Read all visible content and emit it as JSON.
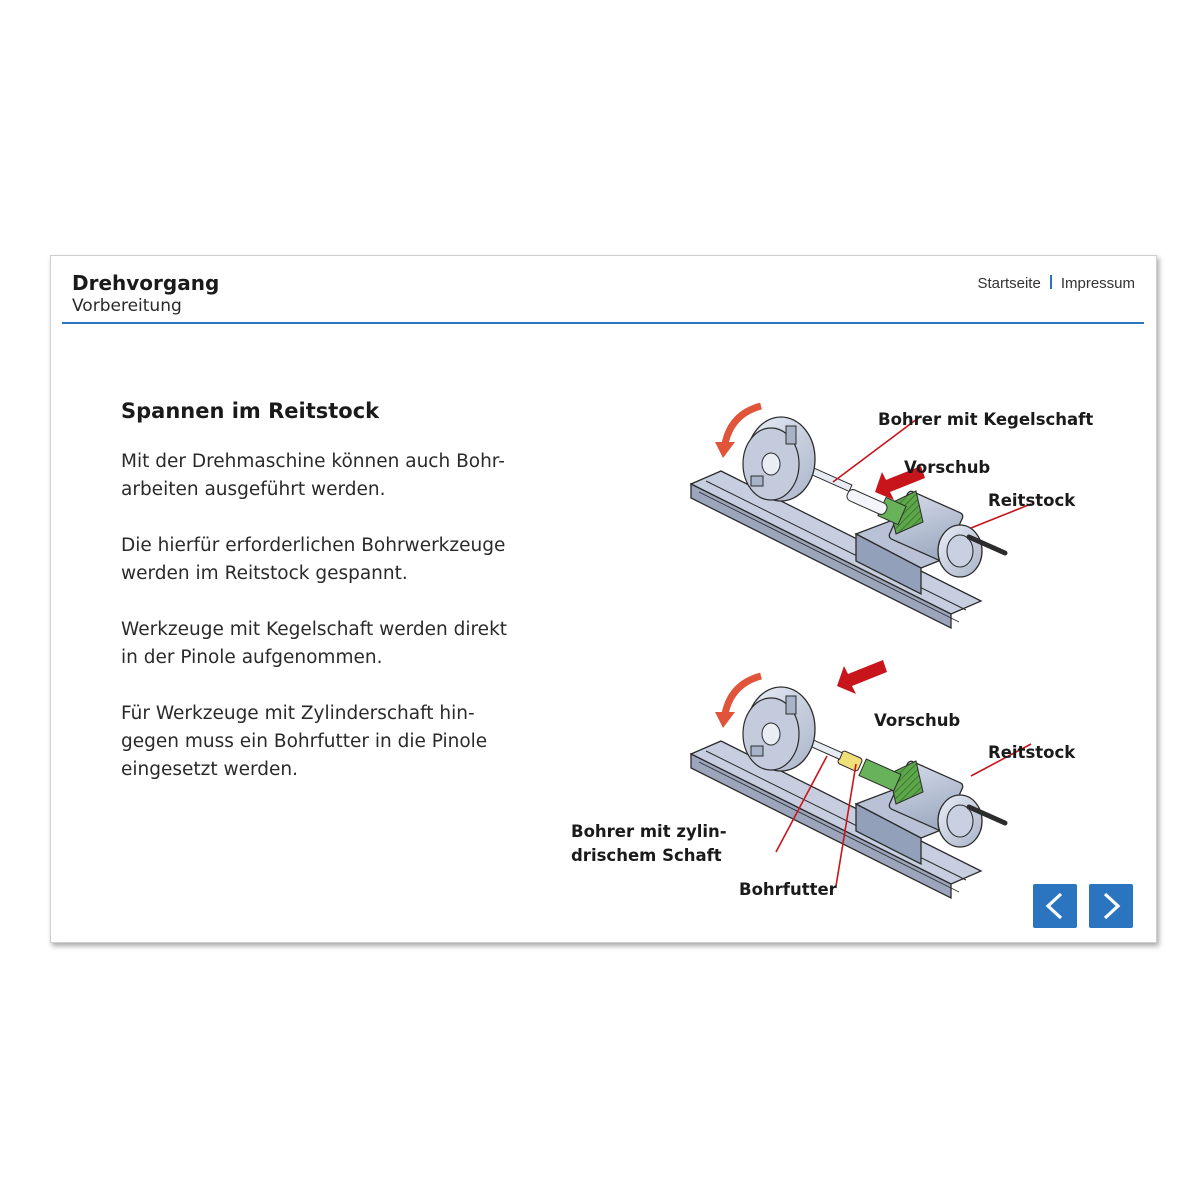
{
  "header": {
    "title": "Drehvorgang",
    "subtitle": "Vorbereitung"
  },
  "nav": {
    "home": "Startseite",
    "imprint": "Impressum"
  },
  "content": {
    "heading": "Spannen im Reitstock",
    "paragraphs": [
      [
        "Mit der Drehmaschine können auch Bohr-",
        "arbeiten ausgeführt werden."
      ],
      [
        "Die hierfür erforderlichen Bohrwerkzeuge",
        "werden im Reitstock gespannt."
      ],
      [
        "Werkzeuge mit Kegelschaft werden direkt",
        "in der Pinole aufgenommen."
      ],
      [
        "Für Werkzeuge mit Zylinderschaft hin-",
        "gegen muss ein Bohrfutter in die Pinole",
        "eingesetzt werden."
      ]
    ]
  },
  "diagram_top": {
    "drill_label": "Bohrer mit Kegelschaft",
    "feed_label": "Vorschub",
    "tailstock_label": "Reitstock"
  },
  "diagram_bottom": {
    "feed_label": "Vorschub",
    "tailstock_label": "Reitstock",
    "drill_label_1": "Bohrer mit zylin-",
    "drill_label_2": "drischem Schaft",
    "chuck_label": "Bohrfutter"
  },
  "buttons": {
    "prev_icon": "chevron-left-icon",
    "next_icon": "chevron-right-icon"
  },
  "colors": {
    "accent": "#2a74c0",
    "arrow_red": "#c8151b",
    "rotation_arrow": "#e0543a",
    "leader_line": "#c8151b"
  }
}
